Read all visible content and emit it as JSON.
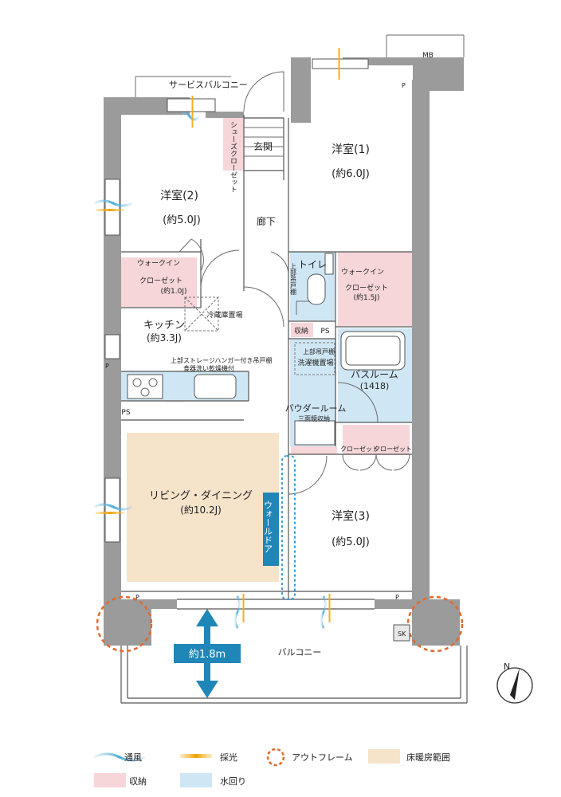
{
  "rooms": {
    "western1": {
      "name": "洋室(1)",
      "area": "(約6.0J)"
    },
    "western2": {
      "name": "洋室(2)",
      "area": "(約5.0J)"
    },
    "western3": {
      "name": "洋室(3)",
      "area": "(約5.0J)"
    },
    "kitchen": {
      "name": "キッチン",
      "area": "(約3.3J)"
    },
    "living": {
      "name": "リビング・ダイニング",
      "area": "(約10.2J)"
    },
    "bath": {
      "name": "バスルーム",
      "area": "(1418)"
    },
    "powder": {
      "name": "パウダールーム",
      "sub": "三面鏡収納"
    },
    "toilet": {
      "name": "トイレ",
      "sub": "上部吊戸棚"
    },
    "entrance": "玄関",
    "hallway": "廊下",
    "balcony": "バルコニー",
    "service_balcony": "サービスバルコニー"
  },
  "storage": {
    "shoe_closet": "シューズクローゼット",
    "wic1_label1": "ウォークイン",
    "wic1_label2": "クローゼット",
    "wic1_area": "(約1.5J)",
    "wic2_label1": "ウォークイン",
    "wic2_label2": "クローゼット",
    "wic2_area": "(約1.0J)",
    "closet_a": "クローゼット",
    "closet_b": "クローゼット",
    "shuno": "収納"
  },
  "equipment": {
    "fridge": "冷蔵庫置場",
    "washer": "洗濯機置場",
    "washer_upper": "上部吊戸棚",
    "kitchen_note1": "上部ストレージハンガー付き吊戸棚",
    "kitchen_note2": "食器洗い乾燥機付",
    "ps1": "PS",
    "ps2": "PS",
    "mb": "MB",
    "sk": "SK",
    "wall_door": "ウォールドア",
    "p_marks": [
      "P",
      "P",
      "P",
      "P"
    ]
  },
  "balcony_depth": "約1.8m",
  "compass": "N",
  "legend": {
    "wind": "通風",
    "light": "採光",
    "outframe": "アウトフレーム",
    "floor_heating": "床暖房範囲",
    "storage": "収納",
    "water": "水回り"
  },
  "colors": {
    "storage": "#f6d6d9",
    "water": "#cfe7f5",
    "floor_heating": "#f5e3ca",
    "outframe": "#e36a2a",
    "arrow": "#1f86b8",
    "wall": "#9b9b9b"
  }
}
